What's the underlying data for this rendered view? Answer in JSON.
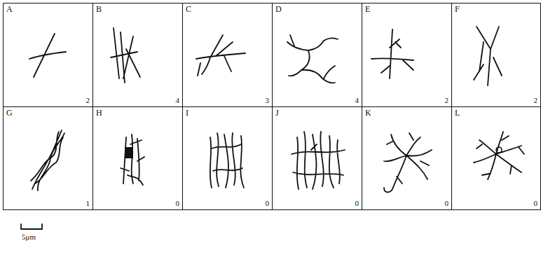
{
  "diagram": {
    "nodes": [
      {
        "text": [
          "A",
          "2"
        ]
      },
      {
        "text": [
          "B",
          "4"
        ]
      },
      {
        "text": [
          "C",
          "3"
        ]
      },
      {
        "text": [
          "D",
          "4"
        ]
      },
      {
        "text": [
          "E",
          "2"
        ]
      },
      {
        "text": [
          "F",
          "2"
        ]
      },
      {
        "text": [
          "G",
          "1"
        ]
      },
      {
        "text": [
          "H",
          "0"
        ]
      },
      {
        "text": [
          "I",
          "0"
        ]
      },
      {
        "text": [
          "J",
          "0"
        ]
      },
      {
        "text": [
          "K",
          "0"
        ]
      },
      {
        "text": [
          "L",
          "0"
        ]
      }
    ],
    "labels": [
      "5μm"
    ]
  }
}
